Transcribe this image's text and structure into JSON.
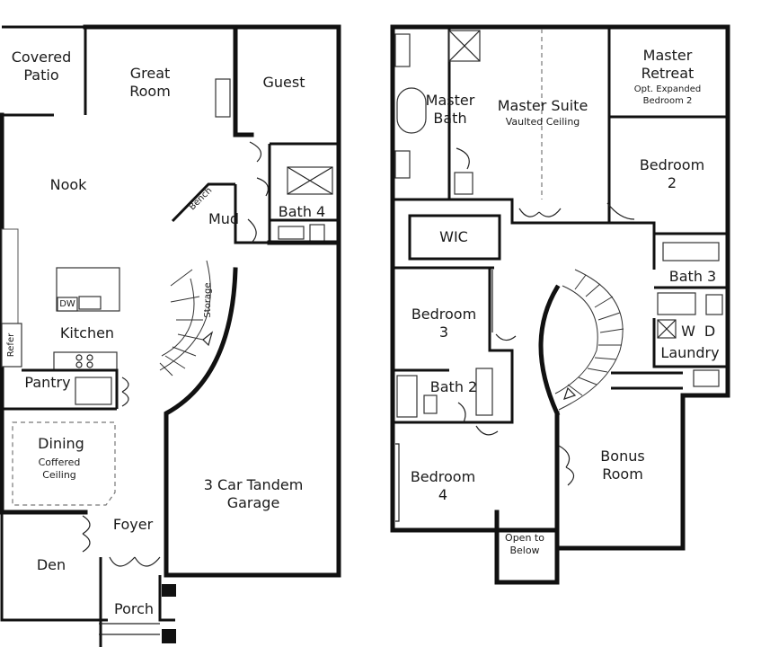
{
  "first_floor": {
    "covered_patio": "Covered\nPatio",
    "great_room": "Great\nRoom",
    "guest": "Guest",
    "nook": "Nook",
    "bench": "Bench",
    "mud": "Mud",
    "bath4": "Bath 4",
    "dw": "DW",
    "kitchen": "Kitchen",
    "storage": "Storage",
    "refer": "Refer",
    "pantry": "Pantry",
    "dining": "Dining",
    "dining_note": "Coffered\nCeiling",
    "foyer": "Foyer",
    "den": "Den",
    "porch": "Porch",
    "garage": "3 Car Tandem\nGarage"
  },
  "second_floor": {
    "master_bath": "Master\nBath",
    "master_suite": "Master Suite",
    "master_suite_note": "Vaulted Ceiling",
    "master_retreat": "Master\nRetreat",
    "master_retreat_note": "Opt. Expanded\nBedroom 2",
    "bedroom2": "Bedroom\n2",
    "wic": "WIC",
    "bath3": "Bath 3",
    "washer": "W",
    "dryer": "D",
    "laundry": "Laundry",
    "bedroom3": "Bedroom\n3",
    "bath2": "Bath 2",
    "bedroom4": "Bedroom\n4",
    "bonus_room": "Bonus\nRoom",
    "open_to_below": "Open to\nBelow"
  }
}
